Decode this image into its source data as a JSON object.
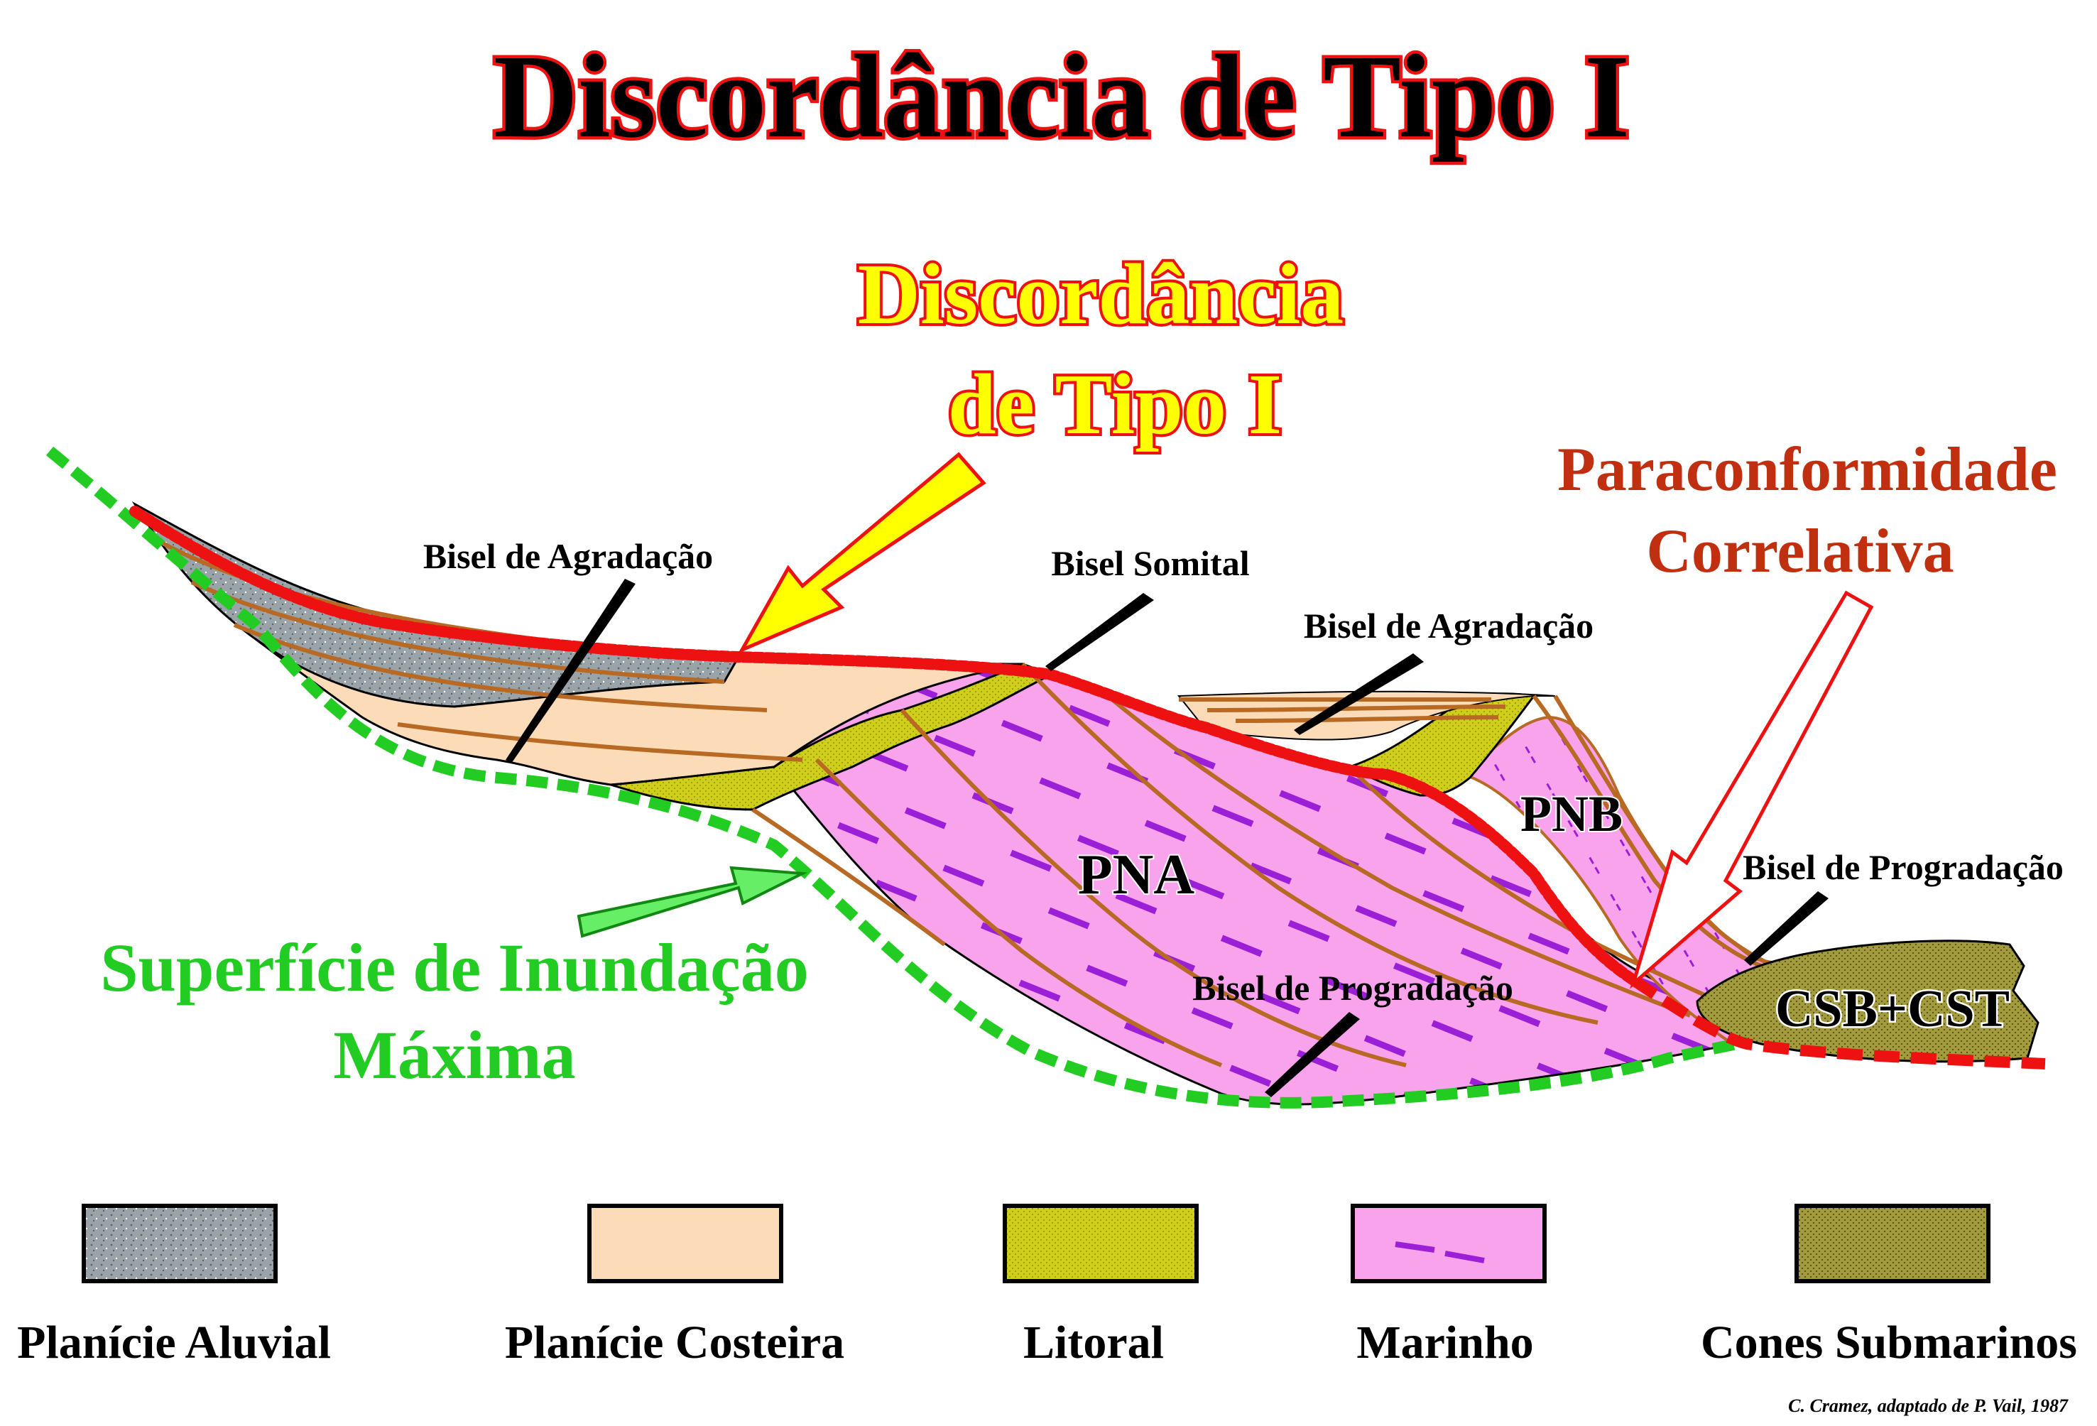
{
  "title": "Discordância de Tipo I",
  "callouts": {
    "unconformity_line1": "Discordância",
    "unconformity_line2": "de Tipo I",
    "paraconformity_line1": "Paraconformidade",
    "paraconformity_line2": "Correlativa",
    "mfs_line1": "Superfície de Inundação",
    "mfs_line2": "Máxima"
  },
  "labels": {
    "bisel_agradacao_1": "Bisel de Agradação",
    "bisel_somital": "Bisel Somital",
    "bisel_agradacao_2": "Bisel de Agradação",
    "bisel_progradacao_1": "Bisel de Progradação",
    "bisel_progradacao_2": "Bisel de Progradação",
    "pna": "PNA",
    "pnb": "PNB",
    "csb_cst": "CSB+CST"
  },
  "legend": [
    {
      "label": "Planície Aluvial",
      "color": "#9aa3a8"
    },
    {
      "label": "Planície Costeira",
      "color": "#fcdcb8"
    },
    {
      "label": "Litoral",
      "color": "#cfcf1a"
    },
    {
      "label": "Marinho",
      "color": "#f9a3ec"
    },
    {
      "label": "Cones Submarinos",
      "color": "#a39c3e"
    }
  ],
  "credit": "C. Cramez, adaptado de P. Vail, 1987",
  "colors": {
    "unconformity": "#ee1111",
    "mfs": "#22cc22",
    "strata_lines": "#b86a24",
    "marine_dash": "#9b1fd6",
    "callout_fill": "#ffff00",
    "paraconformity_text": "#c03010"
  }
}
